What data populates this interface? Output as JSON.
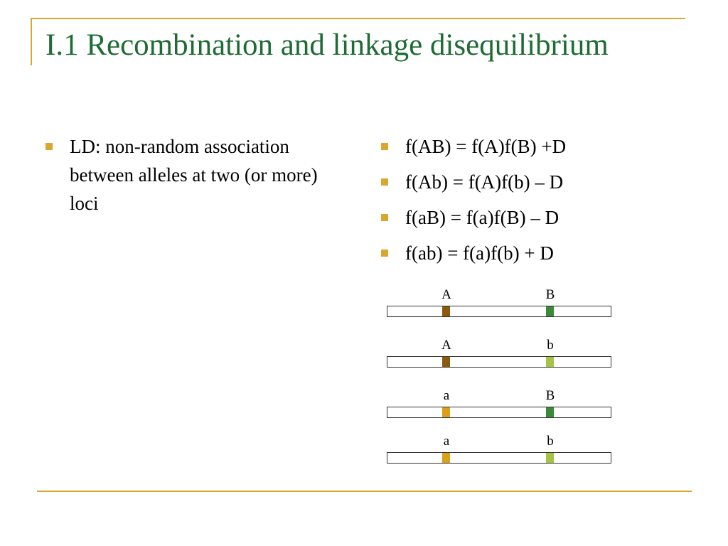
{
  "slide": {
    "title": "I.1 Recombination and linkage disequilibrium"
  },
  "left_bullets": [
    "LD: non-random association between alleles at two (or more) loci"
  ],
  "right_bullets": [
    "f(AB) = f(A)f(B) +D",
    "f(Ab) = f(A)f(b) – D",
    "f(aB) = f(a)f(B) – D",
    "f(ab) = f(a)f(b) + D"
  ],
  "haplotypes": [
    {
      "locus1": "A",
      "locus2": "B"
    },
    {
      "locus1": "A",
      "locus2": "b"
    },
    {
      "locus1": "a",
      "locus2": "B"
    },
    {
      "locus1": "a",
      "locus2": "b"
    }
  ],
  "colors": {
    "title": "#1e6b34",
    "accent": "#d9a62e",
    "allele_A": "#8b5a0f",
    "allele_a": "#d9a11a",
    "allele_B": "#3b8a3b",
    "allele_b": "#a8c244"
  }
}
